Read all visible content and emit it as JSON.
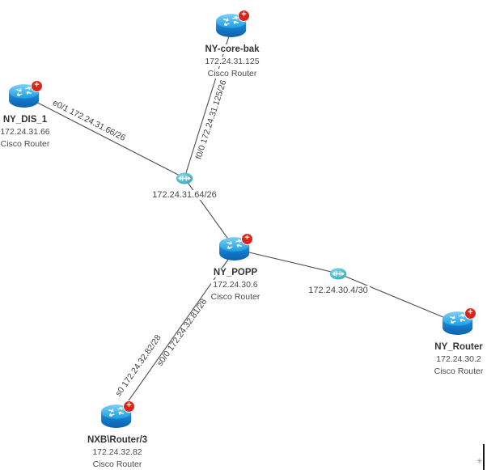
{
  "diagram": {
    "nodes": [
      {
        "name": "NY-core-bak",
        "ip": "172.24.31.125",
        "type": "Cisco Router",
        "badge_icon": "red-plus-alert"
      },
      {
        "name": "NY_DIS_1",
        "ip": "172.24.31.66",
        "type": "Cisco Router",
        "badge_icon": "red-plus-alert"
      },
      {
        "name": "NY_POPP",
        "ip": "172.24.30.6",
        "type": "Cisco Router",
        "badge_icon": "red-plus-alert"
      },
      {
        "name": "NY_Router",
        "ip": "172.24.30.2",
        "type": "Cisco Router",
        "badge_icon": "red-plus-alert"
      },
      {
        "name": "NXB\\Router/3",
        "ip": "172.24.32.82",
        "type": "Cisco Router",
        "badge_icon": "red-plus-alert"
      }
    ],
    "networks": [
      {
        "label": "172.24.31.64/26"
      },
      {
        "label": "172.24.30.4/30"
      }
    ],
    "edges": [
      {
        "from": "NY_DIS_1",
        "to": "172.24.31.64/26",
        "label": "e0/1 172.24.31.66/26"
      },
      {
        "from": "NY-core-bak",
        "to": "172.24.31.64/26",
        "label": "f0/0 172.24.31.125/26"
      },
      {
        "from": "172.24.31.64/26",
        "to": "NY_POPP",
        "label": ""
      },
      {
        "from": "NY_POPP",
        "to": "172.24.30.4/30",
        "label": ""
      },
      {
        "from": "172.24.30.4/30",
        "to": "NY_Router",
        "label": ""
      },
      {
        "from": "NY_POPP",
        "to": "NXB\\Router/3",
        "label_a": "s0 172.24.32.82/28",
        "label_b": "s0/0 172.24.32.81/28"
      }
    ],
    "icons": {
      "alert_badge_glyph": "+"
    },
    "colors": {
      "router_top_blue": "#49b8ef",
      "router_body_blue": "#1173c2",
      "badge_red": "#d5281b",
      "lan_teal": "#2aa4b5",
      "line": "#4d4d4d",
      "text_primary": "#343434",
      "text_secondary": "#4a4a4a",
      "background": "#ffffff"
    }
  }
}
